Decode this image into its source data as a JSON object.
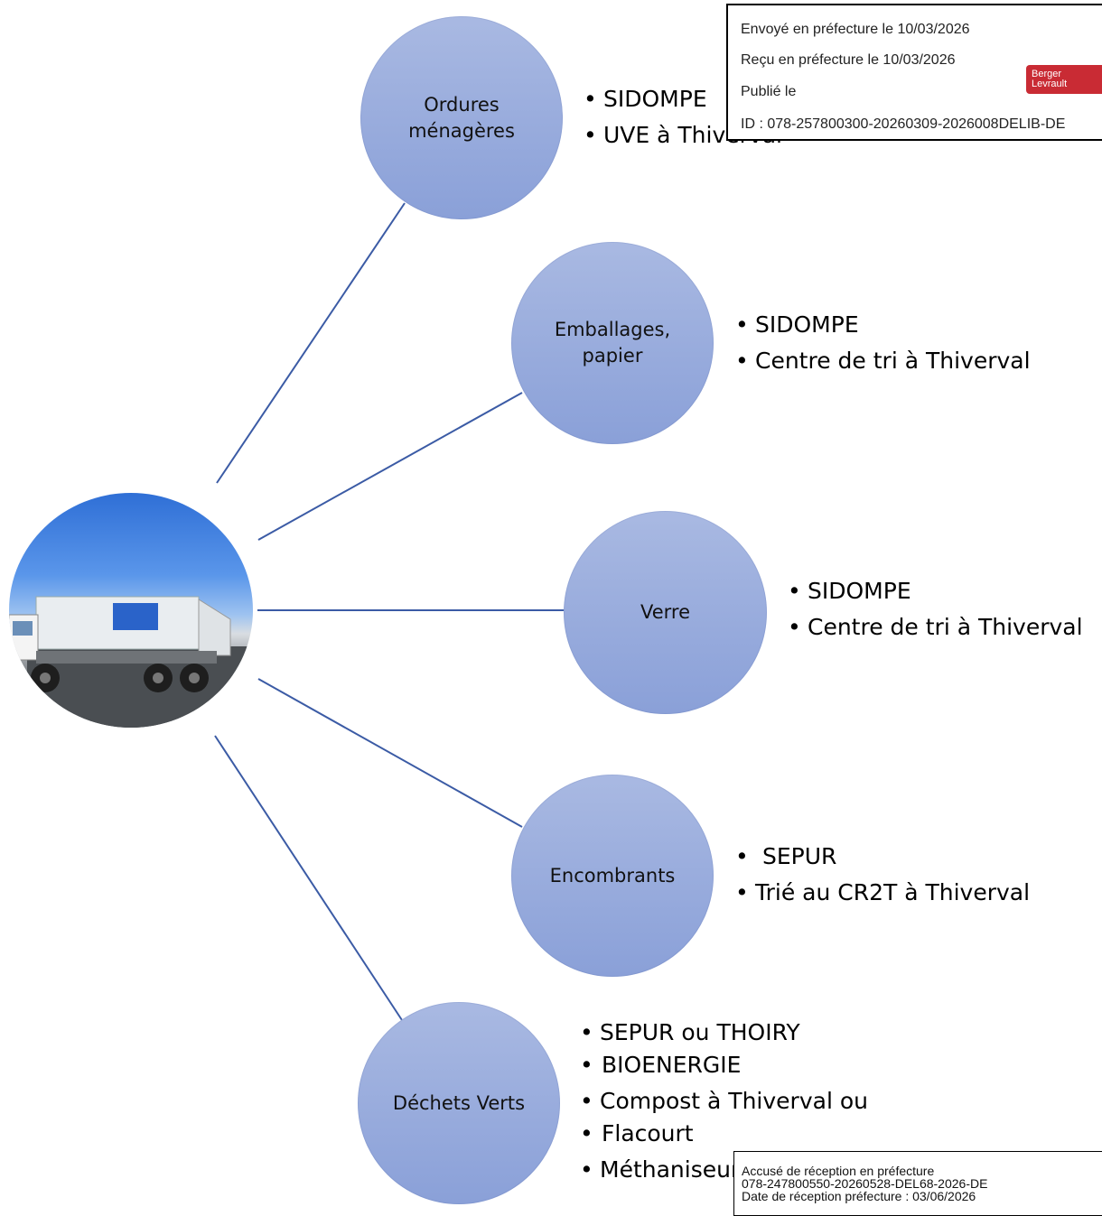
{
  "hub": {
    "image": "garbage-truck-photo"
  },
  "categories": [
    {
      "label_lines": [
        "Ordures",
        "ménagères"
      ],
      "bullets": [
        "SIDOMPE",
        "UVE à Thiverval"
      ]
    },
    {
      "label_lines": [
        "Emballages,",
        "papier"
      ],
      "bullets": [
        "SIDOMPE",
        "Centre de tri à Thiverval"
      ]
    },
    {
      "label_lines": [
        "Verre"
      ],
      "bullets": [
        "SIDOMPE",
        "Centre de tri à Thiverval"
      ]
    },
    {
      "label_lines": [
        "Encombrants"
      ],
      "bullets": [
        " SEPUR",
        "Trié au CR2T à Thiverval"
      ]
    },
    {
      "label_lines": [
        "Déchets Verts"
      ],
      "bullets": [
        "SEPUR ou THOIRY",
        "BIOENERGIE",
        "Compost à Thiverval ou",
        "Flacourt",
        "Méthaniseur de Thoiry"
      ]
    }
  ],
  "stamp_top": {
    "sent": "Envoyé en préfecture le 10/03/2026",
    "received": "Reçu en préfecture le 10/03/2026",
    "published": "Publié le",
    "id": "ID : 078-257800300-20260309-2026008DELIB-DE",
    "logo_line1": "Berger",
    "logo_line2": "Levrault"
  },
  "stamp_bottom": {
    "line1": "Accusé de réception en préfecture",
    "line2": "078-247800550-20260528-DEL68-2026-DE",
    "line3": "Date de réception préfecture : 03/06/2026"
  },
  "colors": {
    "node_fill": "#95a9dc",
    "link": "#3b5ba5"
  }
}
